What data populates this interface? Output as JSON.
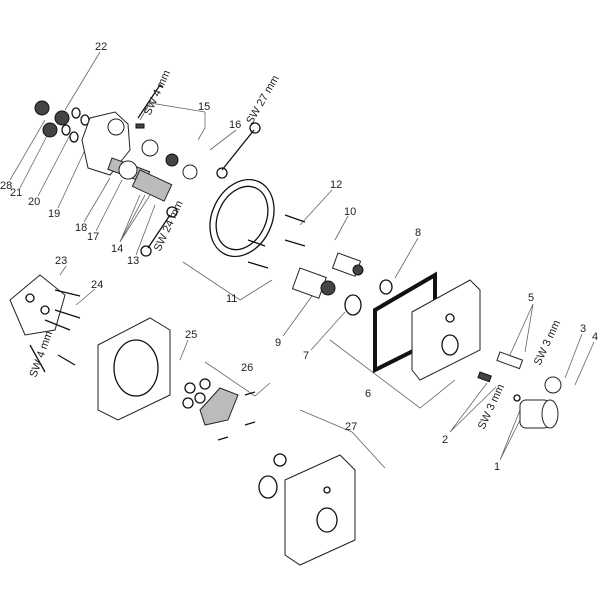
{
  "part_numbers": {
    "p1": "1",
    "p2": "2",
    "p3": "3",
    "p4": "4",
    "p5": "5",
    "p6": "6",
    "p7": "7",
    "p8": "8",
    "p9": "9",
    "p10": "10",
    "p11": "11",
    "p12": "12",
    "p13": "13",
    "p14": "14",
    "p15": "15",
    "p16": "16",
    "p17": "17",
    "p18": "18",
    "p19": "19",
    "p20": "20",
    "p21": "21",
    "p22": "22",
    "p23": "23",
    "p24": "24",
    "p25": "25",
    "p26": "26",
    "p27": "27",
    "p28": "28"
  },
  "tool_labels": {
    "sw4_top": "SW 4 mm",
    "sw27": "SW 27 mm",
    "sw24": "SW 24 mm",
    "sw4_left": "SW 4 mm",
    "sw3_right": "SW 3 mm",
    "sw3_bottom": "SW 3 mm"
  }
}
